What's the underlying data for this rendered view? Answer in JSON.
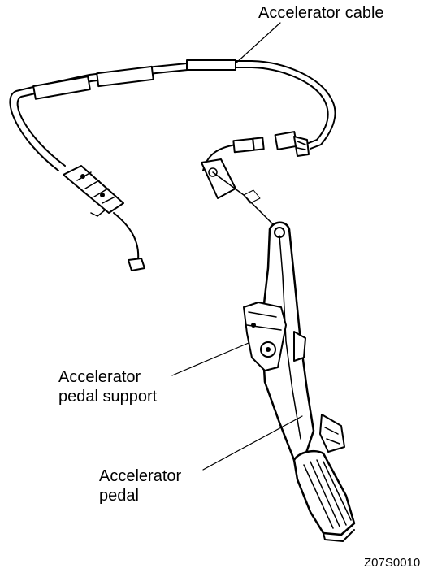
{
  "labels": {
    "accelerator_cable": "Accelerator cable",
    "pedal_support_line1": "Accelerator",
    "pedal_support_line2": "pedal support",
    "pedal_line1": "Accelerator",
    "pedal_line2": "pedal"
  },
  "figure_code": "Z07S0010"
}
